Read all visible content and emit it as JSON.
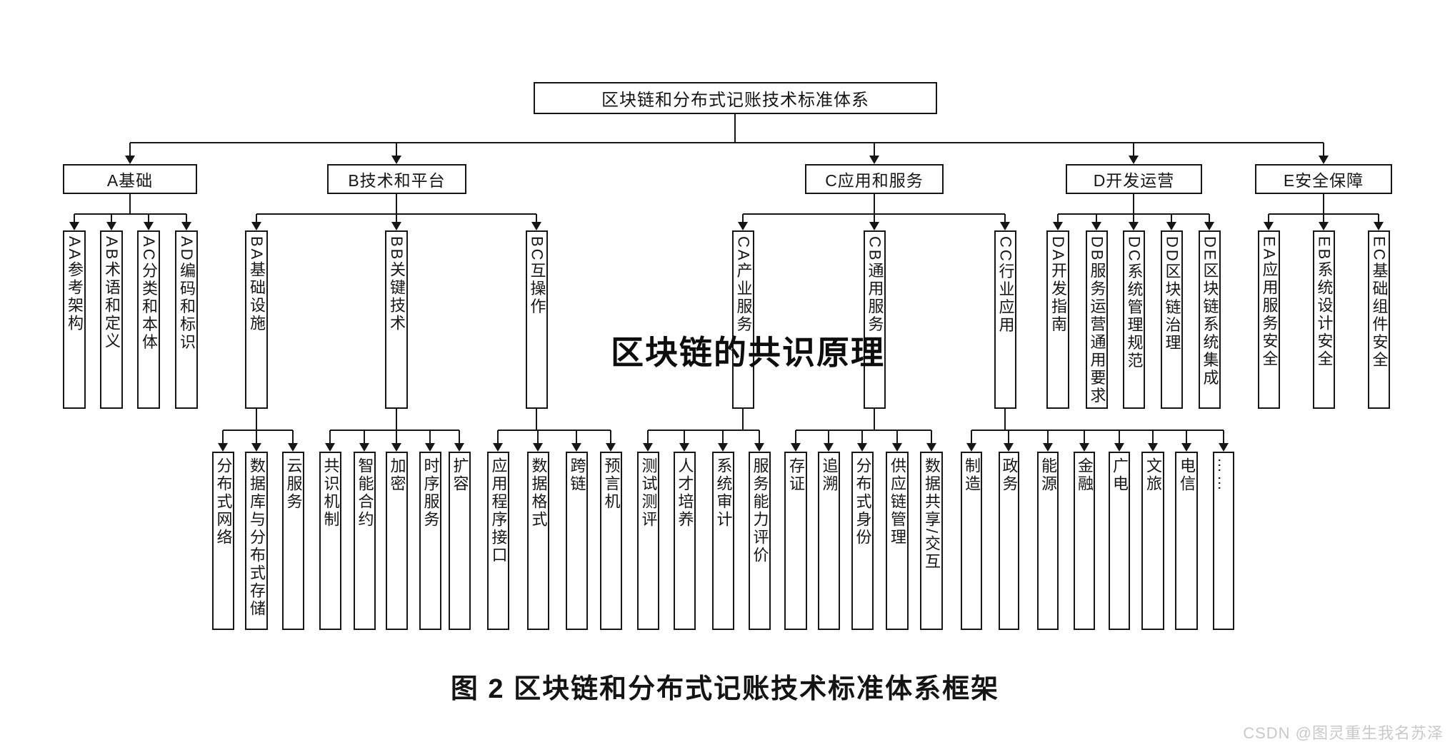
{
  "tree": {
    "root": "区块链和分布式记账技术标准体系",
    "a": {
      "label": "A基础",
      "aa": "AA参考架构",
      "ab": "AB术语和定义",
      "ac": "AC分类和本体",
      "ad": "AD编码和标识"
    },
    "b": {
      "label": "B技术和平台",
      "ba": {
        "label": "BA基础设施",
        "items": [
          "分布式网络",
          "数据库与分布式存储",
          "云服务"
        ]
      },
      "bb": {
        "label": "BB关键技术",
        "items": [
          "共识机制",
          "智能合约",
          "加密",
          "时序服务",
          "扩容"
        ]
      },
      "bc": {
        "label": "BC互操作",
        "items": [
          "应用程序接口",
          "数据格式",
          "跨链",
          "预言机"
        ]
      }
    },
    "c": {
      "label": "C应用和服务",
      "ca": {
        "label": "CA产业服务",
        "items": [
          "测试测评",
          "人才培养",
          "系统审计",
          "服务能力评价"
        ]
      },
      "cb": {
        "label": "CB通用服务",
        "items": [
          "存证",
          "追溯",
          "分布式身份",
          "供应链管理",
          "数据共享/交互"
        ]
      },
      "cc": {
        "label": "CC行业应用",
        "items": [
          "制造",
          "政务",
          "能源",
          "金融",
          "广电",
          "文旅",
          "电信",
          "……"
        ]
      }
    },
    "d": {
      "label": "D开发运营",
      "items": [
        "DA开发指南",
        "DB服务运营通用要求",
        "DC系统管理规范",
        "DD区块链治理",
        "DE区块链系统集成"
      ]
    },
    "e": {
      "label": "E安全保障",
      "items": [
        "EA应用服务安全",
        "EB系统设计安全",
        "EC基础组件安全"
      ]
    }
  },
  "overlay_title": "区块链的共识原理",
  "caption": "图 2 区块链和分布式记账技术标准体系框架",
  "watermark": "CSDN @图灵重生我名苏泽",
  "colors": {
    "line": "#161616",
    "text": "#161616",
    "watermark": "#c9c9c9",
    "background": "#ffffff"
  }
}
